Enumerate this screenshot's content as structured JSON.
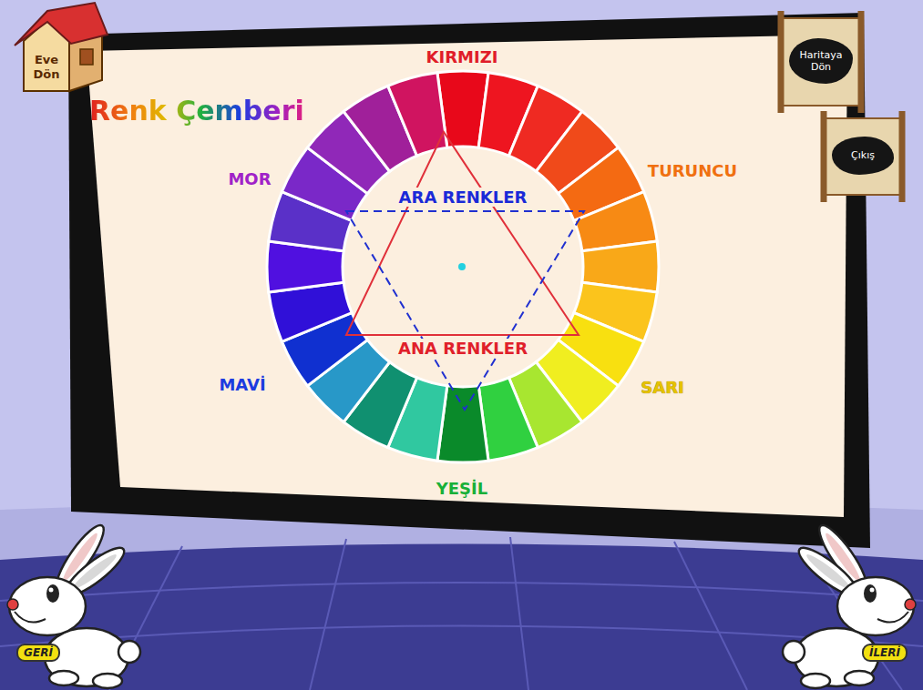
{
  "diagram": {
    "title": "Renk Çemberi",
    "nodes": [
      {
        "text": [
          "Eve Dön"
        ]
      },
      {
        "text": [
          "Haritaya Dön"
        ]
      },
      {
        "text": [
          "Çıkış"
        ]
      },
      {
        "text": [
          "GERİ"
        ]
      },
      {
        "text": [
          "İLERİ"
        ]
      }
    ],
    "labels": [
      "KIRMIZI",
      "TURUNCU",
      "SARI",
      "YEŞİL",
      "MAVİ",
      "MOR",
      "ARA RENKLER",
      "ANA RENKLER"
    ]
  }
}
